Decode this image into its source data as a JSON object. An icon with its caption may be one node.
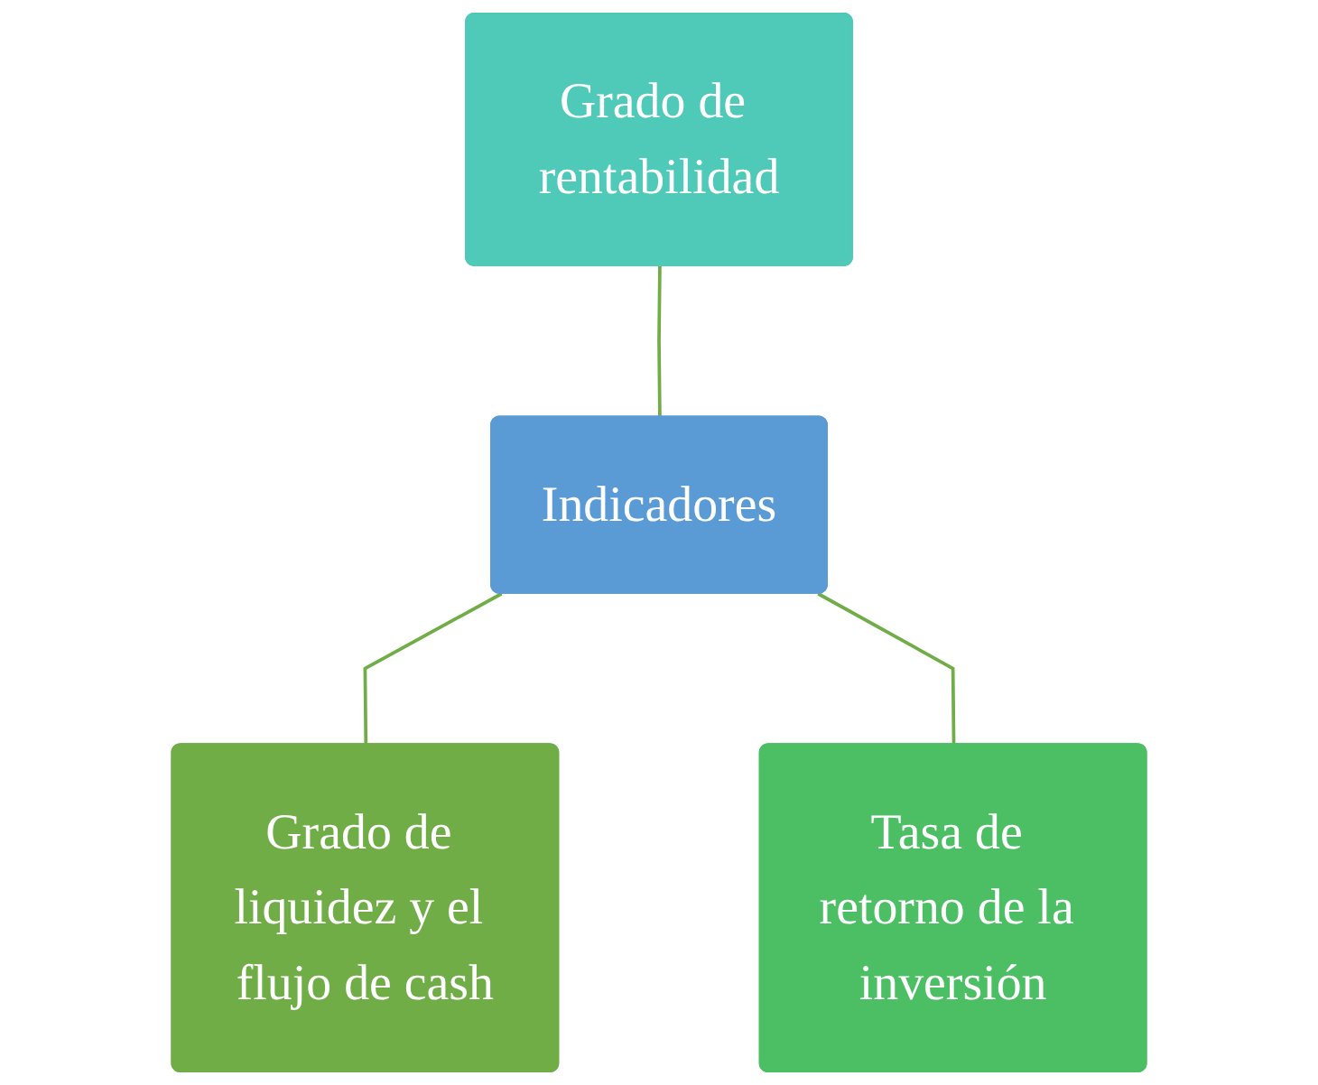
{
  "diagram": {
    "nodes": [
      {
        "text": [
          "Grado de rentabilidad"
        ]
      },
      {
        "text": [
          "Indicadores"
        ]
      },
      {
        "text": [
          "Grado de liquidez y el flujo de cash"
        ]
      },
      {
        "text": [
          "Tasa de retorno de la inversión"
        ]
      }
    ],
    "edges": [
      {
        "from": 0,
        "to": 1,
        "arrow": "none"
      },
      {
        "from": 1,
        "to": 2,
        "arrow": "none"
      },
      {
        "from": 1,
        "to": 3,
        "arrow": "none"
      }
    ]
  }
}
